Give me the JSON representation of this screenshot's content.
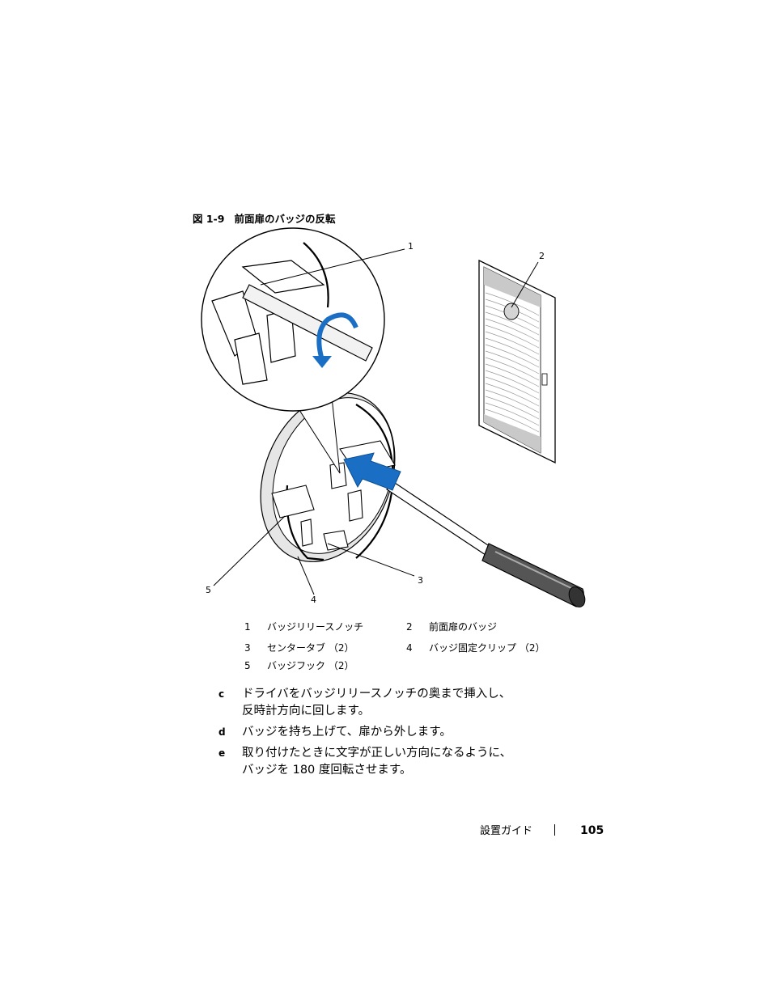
{
  "figure": {
    "number": "図 1-9",
    "title": "前面扉のバッジの反転",
    "callouts": [
      "1",
      "2",
      "3",
      "4",
      "5"
    ]
  },
  "legend": [
    {
      "num": "1",
      "text": "バッジリリースノッチ"
    },
    {
      "num": "2",
      "text": "前面扉のバッジ"
    },
    {
      "num": "3",
      "text": "センタータブ （2）"
    },
    {
      "num": "4",
      "text": "バッジ固定クリップ （2）"
    },
    {
      "num": "5",
      "text": "バッジフック （2）"
    }
  ],
  "steps": [
    {
      "marker": "c",
      "lines": [
        "ドライバをバッジリリースノッチの奥まで挿入し、",
        "反時計方向に回します。"
      ]
    },
    {
      "marker": "d",
      "lines": [
        "バッジを持ち上げて、扉から外します。"
      ]
    },
    {
      "marker": "e",
      "lines": [
        "取り付けたときに文字が正しい方向になるように、",
        "バッジを 180 度回転させます。"
      ]
    }
  ],
  "footer": {
    "section": "設置ガイド",
    "page": "105"
  },
  "colors": {
    "arrow": "#1a6fc4",
    "line": "#000000",
    "badge_gray": "#d4d4d4"
  }
}
